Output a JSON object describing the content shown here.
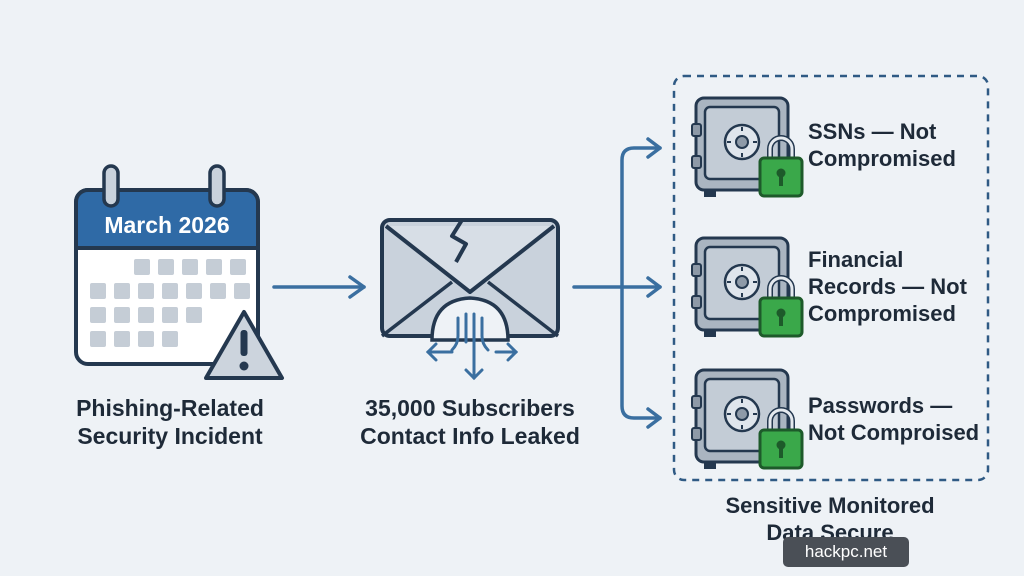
{
  "colors": {
    "background": "#eef2f6",
    "calendar_header": "#2f6aa6",
    "outline": "#24384f",
    "arrow": "#3a6fa0",
    "lock": "#3aa84a",
    "safe": "#aab5c1"
  },
  "calendar": {
    "month_label": "March 2026",
    "icon": "calendar-icon",
    "badge_icon": "warning-triangle-icon",
    "caption": "Phishing-Related\nSecurity Incident"
  },
  "envelope": {
    "icon": "broken-envelope-icon",
    "caption": "35,000 Subscribers\nContact Info Leaked"
  },
  "secure_items": [
    {
      "label": "SSNs — Not\nCompromised",
      "icon": "safe-lock-icon"
    },
    {
      "label": "Financial\nRecords — Not\nCompromised",
      "icon": "safe-lock-icon"
    },
    {
      "label": "Passwords —\nNot Comproised",
      "icon": "safe-lock-icon"
    }
  ],
  "group_caption": "Sensitive Monitored\nData Secure",
  "watermark": "hackpc.net"
}
